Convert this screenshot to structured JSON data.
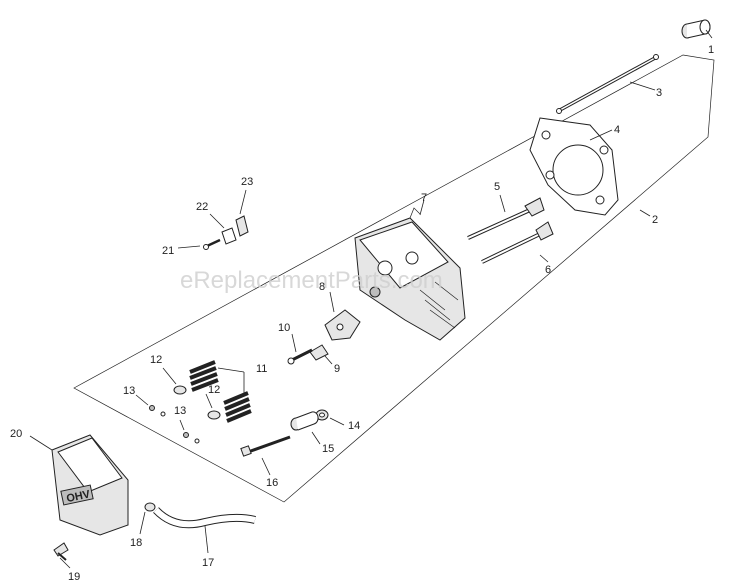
{
  "watermark": "eReplacementParts.com",
  "callouts": {
    "c1": "1",
    "c2": "2",
    "c3": "3",
    "c4": "4",
    "c5": "5",
    "c6": "6",
    "c7": "7",
    "c8": "8",
    "c9": "9",
    "c10": "10",
    "c11": "11",
    "c12a": "12",
    "c12b": "12",
    "c13a": "13",
    "c13b": "13",
    "c14": "14",
    "c15": "15",
    "c16": "16",
    "c17": "17",
    "c18": "18",
    "c19": "19",
    "c20": "20",
    "c21": "21",
    "c22": "22",
    "c23": "23"
  },
  "cover_label": "OHV"
}
